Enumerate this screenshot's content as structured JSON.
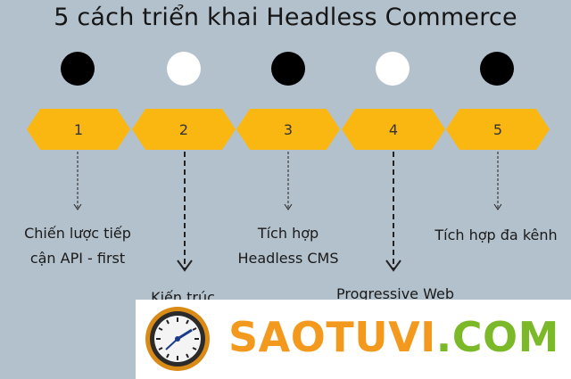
{
  "title": "5 cách triển khai Headless Commerce",
  "steps": [
    {
      "number": "1",
      "label_lines": [
        "Chiến lược tiếp",
        "cận API - first"
      ],
      "dot": "black"
    },
    {
      "number": "2",
      "label_lines": [
        "Kiến trúc",
        ""
      ],
      "dot": "white"
    },
    {
      "number": "3",
      "label_lines": [
        "Tích hợp",
        "Headless CMS"
      ],
      "dot": "black"
    },
    {
      "number": "4",
      "label_lines": [
        "Progressive Web",
        ""
      ],
      "dot": "white"
    },
    {
      "number": "5",
      "label_lines": [
        "Tích hợp đa kênh",
        ""
      ],
      "dot": "black"
    }
  ],
  "banner": {
    "brand_main": "SAOTUVI",
    "brand_suffix": ".COM",
    "logo_icon": "clock-icon"
  },
  "colors": {
    "background": "#b3c1cc",
    "hexagon": "#fbb711",
    "brand_orange": "#f39a1e",
    "brand_green": "#7cb928"
  }
}
